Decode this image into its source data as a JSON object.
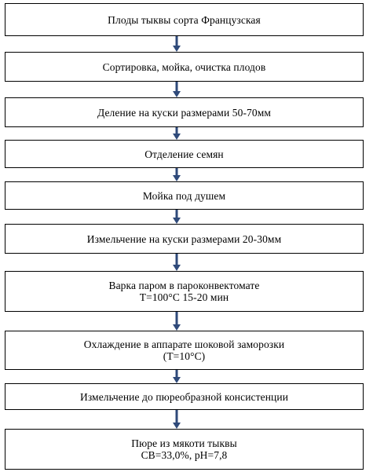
{
  "diagram": {
    "arrow_color": "#2f4a7a",
    "steps": [
      {
        "text": "Плоды тыквы сорта Французская"
      },
      {
        "text": "Сортировка, мойка, очистка плодов"
      },
      {
        "text": "Деление на куски размерами 50-70мм"
      },
      {
        "text": "Отделение семян"
      },
      {
        "text": "Мойка под душем"
      },
      {
        "text": "Измельчение на куски размерами 20-30мм"
      },
      {
        "text": "Варка паром в пароконвектомате\nТ=100°С 15-20 мин"
      },
      {
        "text": "Охлаждение в аппарате шоковой заморозки\n(Т=10°С)"
      },
      {
        "text": "Измельчение до пюреобразной консистенции"
      },
      {
        "text": "Пюре из мякоти тыквы\nСВ=33,0%, рН=7,8"
      }
    ]
  }
}
